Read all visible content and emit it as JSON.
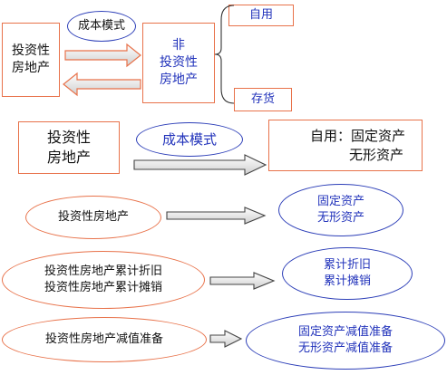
{
  "colors": {
    "box_border": "#e8724a",
    "oval_blue_border": "#2d3fb8",
    "blue_text": "#2233bb",
    "arrow_border": "#e8724a",
    "arrow_fill_top": "#ffffff",
    "arrow_fill_bottom": "#cfcfcf"
  },
  "top_section": {
    "investment_property": [
      "投资性",
      "房地产"
    ],
    "cost_model": "成本模式",
    "non_investment_property": [
      "非",
      "投资性",
      "房地产"
    ],
    "self_use": "自用",
    "inventory": "存货"
  },
  "middle_section": {
    "investment_property": [
      "投资性",
      "房地产"
    ],
    "cost_model": "成本模式",
    "result": [
      "自用：固定资产",
      "无形资产"
    ]
  },
  "mapping_rows": [
    {
      "source": [
        "投资性房地产"
      ],
      "target": [
        "固定资产",
        "无形资产"
      ]
    },
    {
      "source": [
        "投资性房地产累计折旧",
        "投资性房地产累计摊销"
      ],
      "target": [
        "累计折旧",
        "累计摊销"
      ]
    },
    {
      "source": [
        "投资性房地产减值准备"
      ],
      "target": [
        "固定资产减值准备",
        "无形资产减值准备"
      ]
    }
  ]
}
